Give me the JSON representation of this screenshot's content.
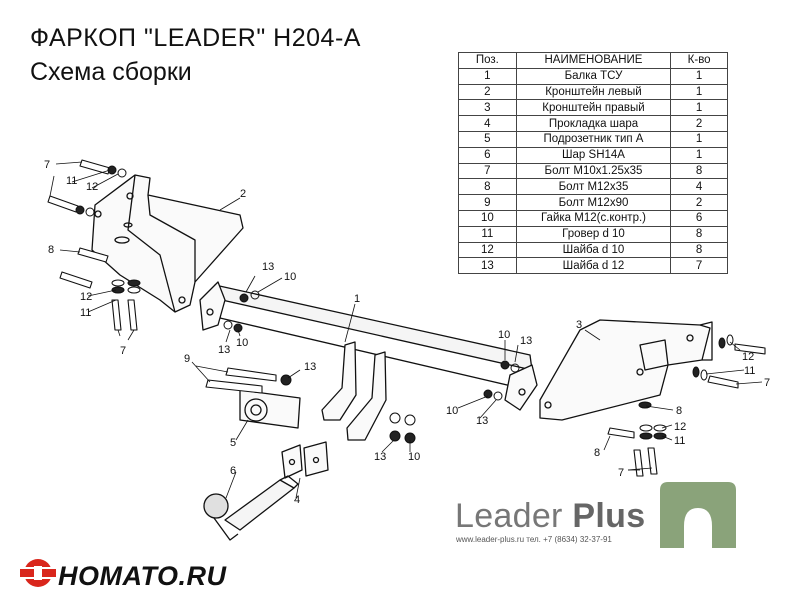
{
  "header": {
    "title": "ФАРКОП \"LEADER\" H204-A",
    "subtitle": "Схема сборки"
  },
  "parts_table": {
    "headers": [
      "Поз.",
      "НАИМЕНОВАНИЕ",
      "К-во"
    ],
    "rows": [
      [
        "1",
        "Балка ТСУ",
        "1"
      ],
      [
        "2",
        "Кронштейн левый",
        "1"
      ],
      [
        "3",
        "Кронштейн правый",
        "1"
      ],
      [
        "4",
        "Прокладка шара",
        "2"
      ],
      [
        "5",
        "Подрозетник тип А",
        "1"
      ],
      [
        "6",
        "Шар SH14A",
        "1"
      ],
      [
        "7",
        "Болт М10х1.25х35",
        "8"
      ],
      [
        "8",
        "Болт М12х35",
        "4"
      ],
      [
        "9",
        "Болт М12х90",
        "2"
      ],
      [
        "10",
        "Гайка М12(с.контр.)",
        "6"
      ],
      [
        "11",
        "Гровер d 10",
        "8"
      ],
      [
        "12",
        "Шайба d 10",
        "8"
      ],
      [
        "13",
        "Шайба d 12",
        "7"
      ]
    ]
  },
  "callouts": [
    "1",
    "2",
    "3",
    "4",
    "5",
    "6",
    "7",
    "8",
    "9",
    "10",
    "11",
    "12",
    "13"
  ],
  "brand": {
    "name_part1": "Leader ",
    "name_part2": "Plus",
    "contact": "www.leader-plus.ru    тел. +7 (8634) 32-37-91",
    "logo_color": "#8aa37a"
  },
  "shop": {
    "name": "HOMATO.RU",
    "logo_color": "#d9261c"
  }
}
